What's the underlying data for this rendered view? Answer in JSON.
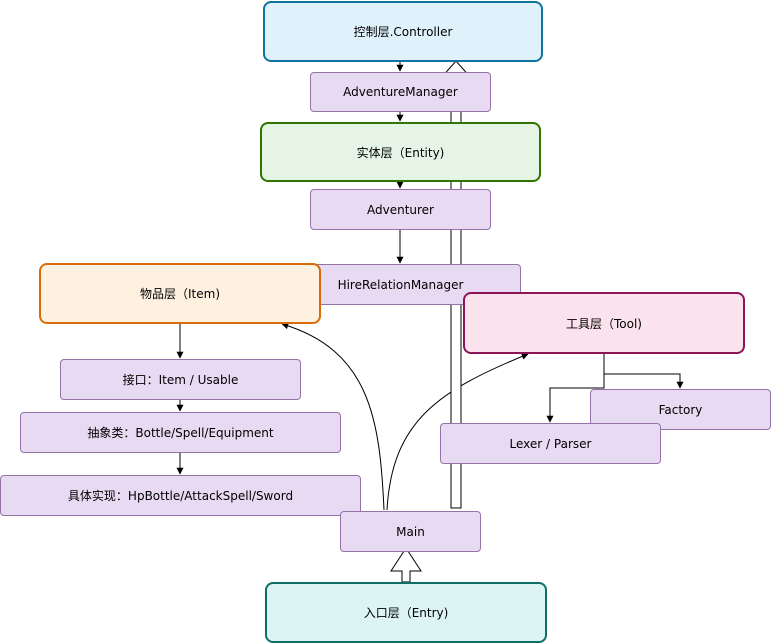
{
  "layers": {
    "controller": "控制层.Controller",
    "entity": "实体层（Entity)",
    "item": "物品层（Item)",
    "tool": "工具层（Tool)",
    "entry": "入口层（Entry)"
  },
  "nodes": {
    "adventure_manager": "AdventureManager",
    "adventurer": "Adventurer",
    "hire_relation_manager": "HireRelationManager",
    "interface": "接口：Item / Usable",
    "abstract": "抽象类：Bottle/Spell/Equipment",
    "concrete": "具体实现：HpBottle/AttackSpell/Sword",
    "factory": "Factory",
    "lexer_parser": "Lexer / Parser",
    "main": "Main"
  },
  "colors": {
    "node_fill": "#e9daf3",
    "node_border": "#9673a6",
    "controller_fill": "#dff2fc",
    "entity_fill": "#e6f4e6",
    "item_fill": "#fff1df",
    "tool_fill": "#fbe3ee",
    "entry_fill": "#dcf5f4"
  }
}
